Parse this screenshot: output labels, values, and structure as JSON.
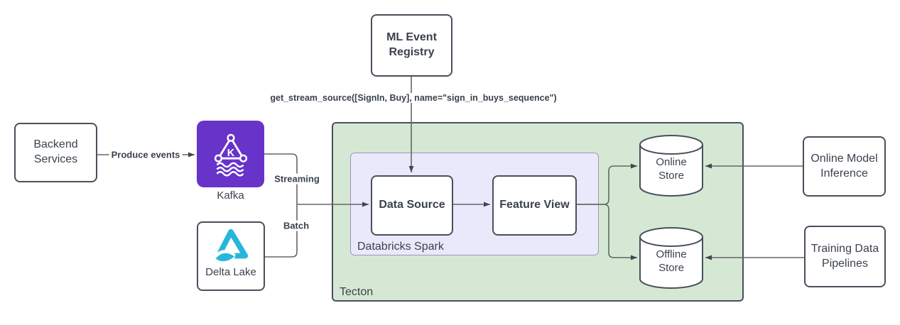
{
  "diagram": {
    "colors": {
      "kafka-purple": "#6733C9",
      "delta-cyan": "#28B5DB",
      "tecton-green": "#D5E8D4",
      "spark-lavender": "#E9E9FB",
      "spark-border": "#9A99B5",
      "line-gray": "#666666",
      "border-dark": "#48505C",
      "text-dark": "#3B424C"
    },
    "containers": {
      "tecton": {
        "label": "Tecton"
      },
      "databricks_spark": {
        "label": "Databricks Spark"
      }
    },
    "nodes": {
      "ml_event_registry": {
        "label": "ML Event Registry"
      },
      "backend_services": {
        "label": "Backend Services"
      },
      "kafka": {
        "label": "Kafka"
      },
      "delta_lake": {
        "label": "Delta Lake"
      },
      "data_source": {
        "label": "Data Source"
      },
      "feature_view": {
        "label": "Feature View"
      },
      "online_store": {
        "label": "Online Store"
      },
      "offline_store": {
        "label": "Offline Store"
      },
      "online_model_inference": {
        "label": "Online Model Inference"
      },
      "training_data_pipelines": {
        "label": "Training Data Pipelines"
      }
    },
    "edge_labels": {
      "produce_events": "Produce events",
      "streaming": "Streaming",
      "batch": "Batch",
      "get_stream_source": "get_stream_source([SignIn, Buy], name=\"sign_in_buys_sequence\")"
    }
  }
}
